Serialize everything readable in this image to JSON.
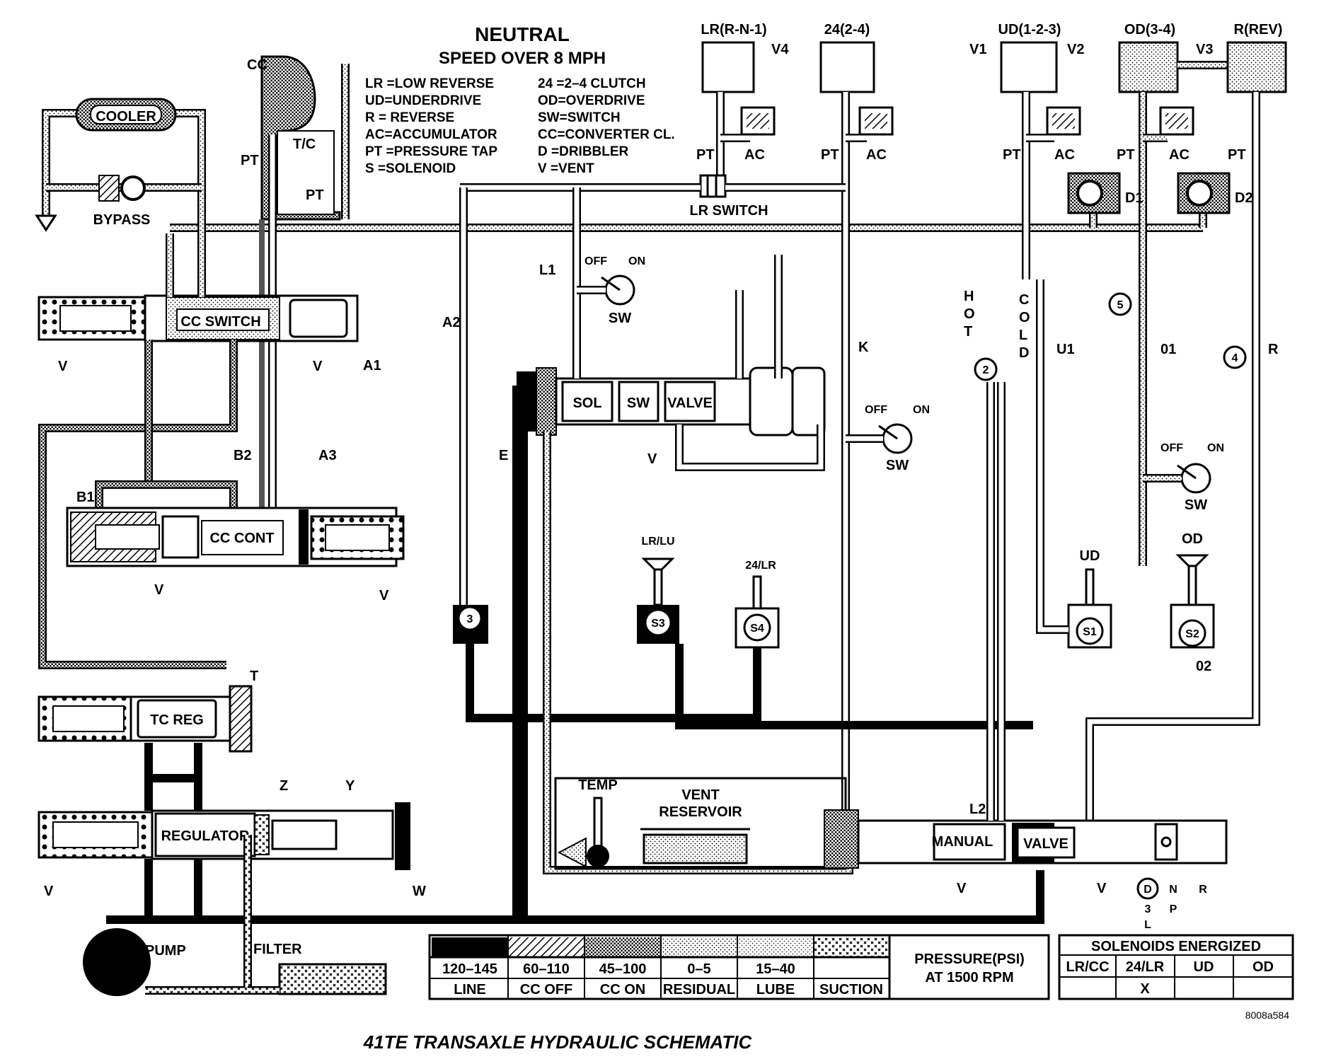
{
  "title": {
    "main": "NEUTRAL",
    "sub": "SPEED OVER 8 MPH"
  },
  "caption": "41TE TRANSAXLE HYDRAULIC SCHEMATIC",
  "figure_code": "8008a584",
  "legend": {
    "left": [
      "LR =LOW REVERSE",
      "UD=UNDERDRIVE",
      "R  = REVERSE",
      "AC=ACCUMULATOR",
      "PT =PRESSURE TAP",
      "S  =SOLENOID"
    ],
    "right": [
      "24  =2–4 CLUTCH",
      "OD=OVERDRIVE",
      "SW=SWITCH",
      "CC=CONVERTER CL.",
      "D  =DRIBBLER",
      "V  =VENT"
    ]
  },
  "clutches": {
    "lr": "LR(R-N-1)",
    "c24": "24(2-4)",
    "ud": "UD(1-2-3)",
    "od": "OD(3-4)",
    "rev": "R(REV)"
  },
  "components": {
    "cooler": "COOLER",
    "bypass": "BYPASS",
    "cc": "CC",
    "tc": "T/C",
    "cc_switch": "CC SWITCH",
    "cc_cont": "CC CONT",
    "tc_reg": "TC REG",
    "regulator": "REGULATOR",
    "pump": "PUMP",
    "filter": "FILTER",
    "lr_switch": "LR SWITCH",
    "sol": "SOL",
    "sw": "SW",
    "valve": "VALVE",
    "temp": "TEMP",
    "vent_reservoir_1": "VENT",
    "vent_reservoir_2": "RESERVOIR",
    "manual": "MANUAL",
    "manual_valve": "VALVE",
    "hot": "HOT",
    "cold": "COLD"
  },
  "switches": {
    "off": "OFF",
    "on": "ON",
    "sw": "SW"
  },
  "solenoids": {
    "s1": "S1",
    "s2": "S2",
    "s3": "S3",
    "s4": "S4",
    "lr_lu": "LR/LU",
    "c24_lr": "24/LR",
    "ud": "UD",
    "od": "OD"
  },
  "labels": {
    "pt": "PT",
    "ac": "AC",
    "v": "V",
    "v1": "V1",
    "v2": "V2",
    "v3": "V3",
    "v4": "V4",
    "d1": "D1",
    "d2": "D2",
    "a1": "A1",
    "a2": "A2",
    "a3": "A3",
    "b1": "B1",
    "b2": "B2",
    "e": "E",
    "k": "K",
    "l1": "L1",
    "l2": "L2",
    "u1": "U1",
    "o1": "01",
    "o2": "02",
    "r": "R",
    "t": "T",
    "w": "W",
    "y": "Y",
    "z": "Z",
    "n2": "2",
    "n3": "3",
    "n4": "4",
    "n5": "5",
    "gear_d": "D",
    "gear_3": "3",
    "gear_l": "L",
    "gear_n": "N",
    "gear_p": "P",
    "gear_r": "R"
  },
  "pressure_table": {
    "ranges": [
      "120–145",
      "60–110",
      "45–100",
      "0–5",
      "15–40",
      ""
    ],
    "names": [
      "LINE",
      "CC OFF",
      "CC ON",
      "RESIDUAL",
      "LUBE",
      "SUCTION"
    ],
    "caption_1": "PRESSURE(PSI)",
    "caption_2": "AT 1500 RPM"
  },
  "solenoid_table": {
    "title": "SOLENOIDS ENERGIZED",
    "headers": [
      "LR/CC",
      "24/LR",
      "UD",
      "OD"
    ],
    "values": [
      "",
      "X",
      "",
      ""
    ]
  }
}
